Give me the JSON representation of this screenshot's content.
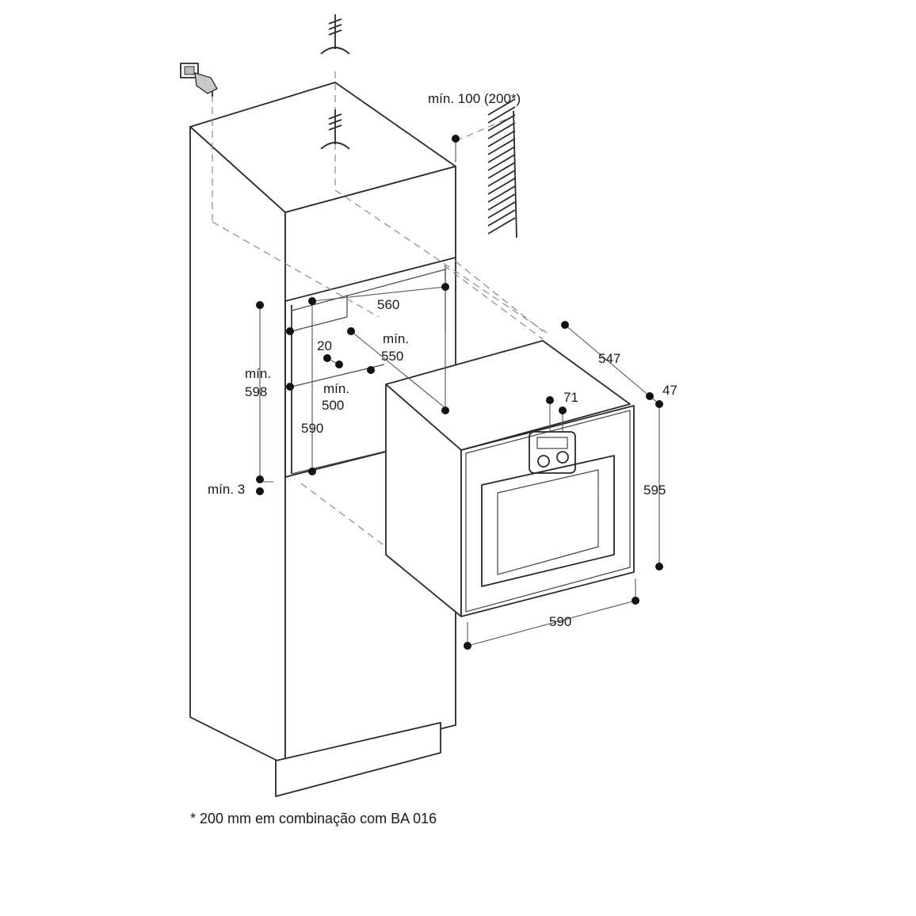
{
  "labels": {
    "clearance_top": "mín. 100 (200*)",
    "niche_width": "560",
    "niche_depth_min_line1": "mín.",
    "niche_depth_min_line2": "550",
    "offset_20": "20",
    "niche_height_min_line1": "mín.",
    "niche_height_min_line2": "598",
    "niche_depth_500_line1": "mín.",
    "niche_depth_500_line2": "500",
    "niche_height_590": "590",
    "gap_min_3": "mín. 3",
    "oven_depth": "547",
    "front_depth": "47",
    "control_offset": "71",
    "oven_height": "595",
    "oven_width": "590"
  },
  "footnote": "* 200 mm em combinação com BA 016",
  "colors": {
    "line": "#2a2a2a",
    "dash": "#8a8a8a",
    "text": "#1a1a1a"
  },
  "icons": [
    "socket-plug-icon",
    "ventilation-symbol-icon",
    "wall-hatch-icon"
  ]
}
